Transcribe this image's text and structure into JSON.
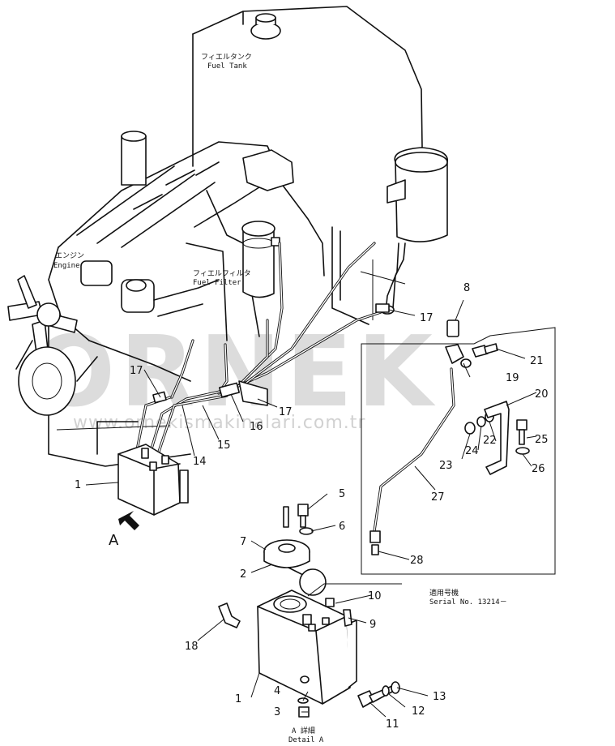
{
  "labels": {
    "fuel_tank_jp": "フィエルタンク",
    "fuel_tank_en": "Fuel Tank",
    "engine_jp": "エンジン",
    "engine_en": "Engine",
    "fuel_filter_jp": "フィエルフィルタ",
    "fuel_filter_en": "Fuel Filter",
    "serial_jp": "適用号機",
    "serial_en": "Serial No. 13214－",
    "detail_jp": "A 詳細",
    "detail_en": "Detail A",
    "view_letter": "A"
  },
  "callouts": {
    "c1a": "1",
    "c1b": "1",
    "c2": "2",
    "c3": "3",
    "c4": "4",
    "c5": "5",
    "c6": "6",
    "c7": "7",
    "c8": "8",
    "c9": "9",
    "c10": "10",
    "c11": "11",
    "c12": "12",
    "c13": "13",
    "c14": "14",
    "c15": "15",
    "c16": "16",
    "c17a": "17",
    "c17b": "17",
    "c17c": "17",
    "c18": "18",
    "c19": "19",
    "c20": "20",
    "c21": "21",
    "c22": "22",
    "c23": "23",
    "c24": "24",
    "c25": "25",
    "c26": "26",
    "c27": "27",
    "c28": "28"
  },
  "watermark": {
    "main": "ORNEK",
    "sub": "www.ornekismakinalari.com.tr"
  }
}
